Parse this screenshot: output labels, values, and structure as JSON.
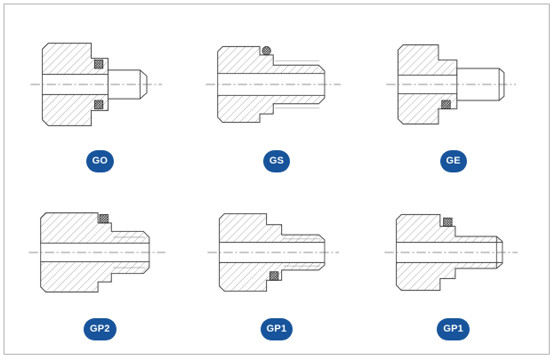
{
  "theme": {
    "page-bg": "#ffffff",
    "page-border": "#b0b0b0",
    "line-color": "#3c3c3c",
    "badge-bg": "#17549b",
    "badge-text": "#ffffff"
  },
  "figures": [
    {
      "label": "GO"
    },
    {
      "label": "GS"
    },
    {
      "label": "GE"
    },
    {
      "label": "GP2"
    },
    {
      "label": "GP1"
    },
    {
      "label": "GP1"
    }
  ]
}
